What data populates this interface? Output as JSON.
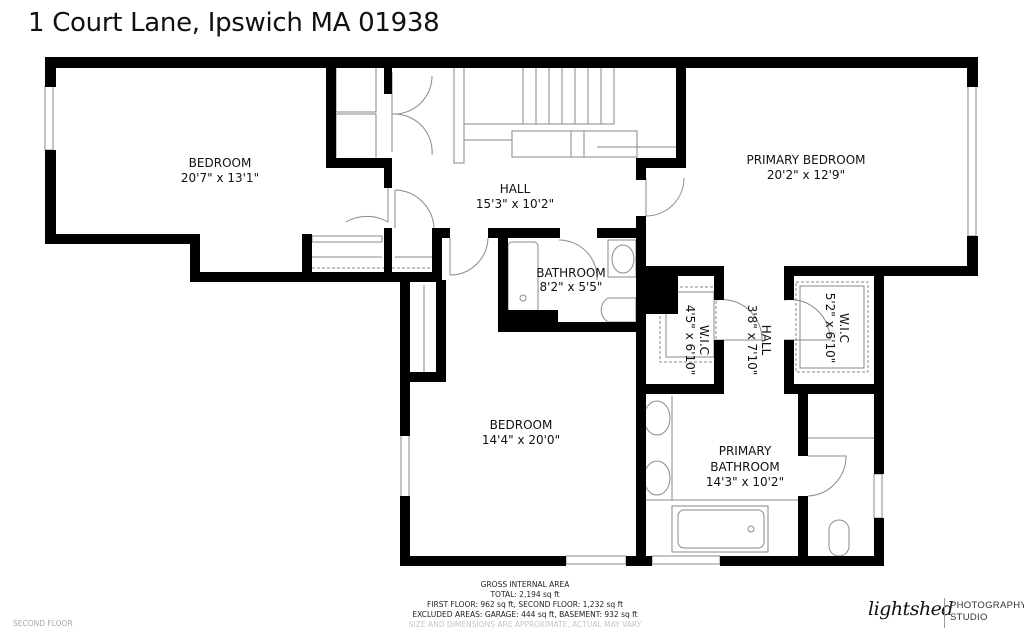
{
  "header": {
    "title": "1 Court Lane, Ipswich MA 01938"
  },
  "floor_label": "SECOND FLOOR",
  "rooms": [
    {
      "id": "bedroom-west",
      "name": "BEDROOM",
      "dims": "20'7\" x 13'1\""
    },
    {
      "id": "hall-main",
      "name": "HALL",
      "dims": "15'3\" x 10'2\""
    },
    {
      "id": "primary-bedroom",
      "name": "PRIMARY BEDROOM",
      "dims": "20'2\" x 12'9\""
    },
    {
      "id": "bathroom",
      "name": "BATHROOM",
      "dims": "8'2\" x 5'5\""
    },
    {
      "id": "wic-left",
      "name": "W.I.C",
      "dims": "4'5\" x 6'10\""
    },
    {
      "id": "hall-small",
      "name": "HALL",
      "dims": "3'8\" x 7'10\""
    },
    {
      "id": "wic-right",
      "name": "W.I.C",
      "dims": "5'2\" x 6'10\""
    },
    {
      "id": "bedroom-south",
      "name": "BEDROOM",
      "dims": "14'4\" x 20'0\""
    },
    {
      "id": "primary-bathroom",
      "name": "PRIMARY",
      "name2": "BATHROOM",
      "dims": "14'3\" x 10'2\""
    }
  ],
  "area_summary": {
    "heading": "GROSS INTERNAL AREA",
    "total": "TOTAL: 2,194 sq ft",
    "floors": "FIRST FLOOR: 962 sq ft, SECOND FLOOR: 1,232 sq ft",
    "excluded": "EXCLUDED AREAS: GARAGE: 444 sq ft, BASEMENT: 932 sq ft",
    "disclaimer": "SIZE AND DIMENSIONS ARE APPROXIMATE, ACTUAL MAY VARY"
  },
  "brand": {
    "script": "lightshed",
    "line1": "PHOTOGRAPHY",
    "line2": "STUDIO"
  },
  "colors": {
    "wall": "#000000",
    "fixture": "#888888",
    "background": "#ffffff"
  }
}
